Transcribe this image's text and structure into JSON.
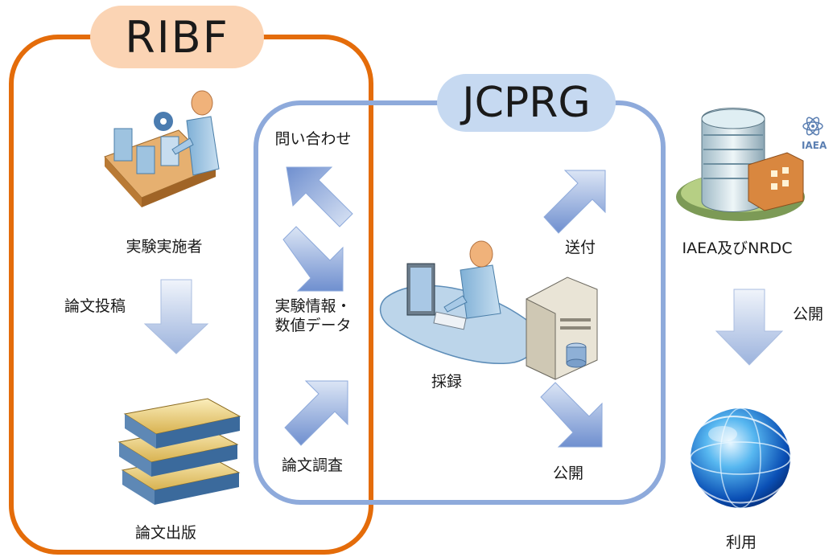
{
  "colors": {
    "ribf_border": "#e46c0a",
    "ribf_badge": "#fbd4b4",
    "jcprg_border": "#8eaadb",
    "jcprg_badge": "#c6d9f1",
    "arrow_top": "#dbe5f5",
    "arrow_bottom": "#6f8fcf"
  },
  "groups": {
    "ribf": {
      "label": "RIBF"
    },
    "jcprg": {
      "label": "JCPRG"
    }
  },
  "nodes": {
    "experimenter": {
      "label": "実験実施者",
      "icon": "conveyor-worker-icon"
    },
    "publication": {
      "label": "論文出版",
      "icon": "books-stack-icon"
    },
    "compilation": {
      "label": "採録",
      "icon": "workstation-server-icon"
    },
    "iaea": {
      "label": "IAEA及びNRDC",
      "icon": "iaea-building-icon",
      "logo_text": "IAEA"
    },
    "usage": {
      "label": "利用",
      "icon": "globe-icon"
    }
  },
  "edges": {
    "submission": {
      "label": "論文投稿",
      "icon": "arrow-down-icon"
    },
    "inquiry": {
      "label": "問い合わせ",
      "icon": "arrow-up-left-icon"
    },
    "exp_info": {
      "label": "実験情報・\n数値データ",
      "icon": "arrow-down-right-icon"
    },
    "paper_survey": {
      "label": "論文調査",
      "icon": "arrow-up-right-icon"
    },
    "send": {
      "label": "送付",
      "icon": "arrow-up-right-icon"
    },
    "publish_jcprg": {
      "label": "公開",
      "icon": "arrow-down-right-icon"
    },
    "publish_iaea": {
      "label": "公開",
      "icon": "arrow-down-icon"
    }
  }
}
